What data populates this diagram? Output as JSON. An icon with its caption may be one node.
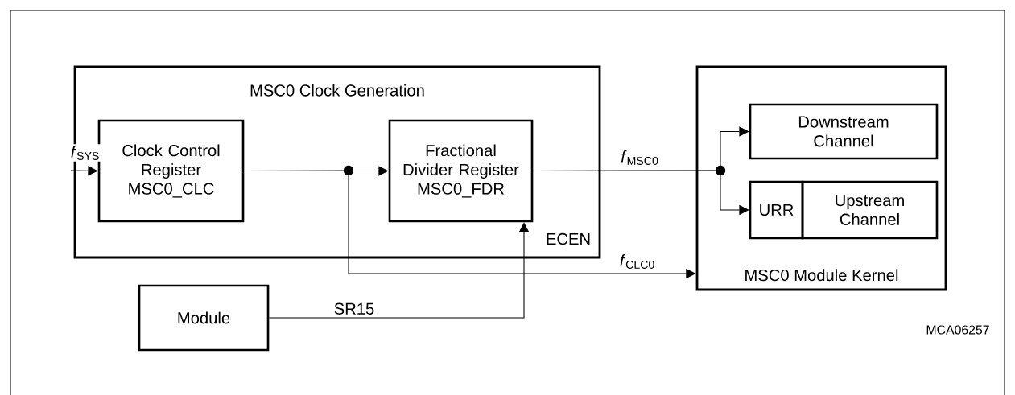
{
  "diagram": {
    "nodes": [
      {
        "text": [
          "MSC0 Clock Generation"
        ]
      },
      {
        "text": [
          "Clock Control Register MSC0_CLC"
        ],
        "in": 0
      },
      {
        "text": [
          "Fractional Divider Register MSC0_FDR"
        ],
        "in": 0
      },
      {
        "text": [
          "MSC0 Module Kernel"
        ]
      },
      {
        "text": [
          "Downstream Channel"
        ],
        "in": 3
      },
      {
        "text": [
          "URR"
        ],
        "in": 3
      },
      {
        "text": [
          "Upstream Channel"
        ],
        "in": 3
      },
      {
        "text": [
          "Module"
        ]
      }
    ],
    "edges": [
      {
        "from": null,
        "to": 1,
        "arrow": "to",
        "label": "*f*$_{SYS}$"
      },
      {
        "from": 1,
        "to": 2,
        "arrow": "to"
      },
      {
        "from": 1,
        "to": 3,
        "arrow": "to",
        "label": "*f*$_{CLC0}$"
      },
      {
        "from": 2,
        "to": 4,
        "arrow": "to",
        "label": "*f*$_{MSC0}$"
      },
      {
        "from": 2,
        "to": 5,
        "arrow": "to"
      },
      {
        "from": 7,
        "to": 2,
        "arrow": "to",
        "label": "SR15"
      }
    ],
    "labels": [
      "ECEN",
      "MCA06257"
    ]
  }
}
